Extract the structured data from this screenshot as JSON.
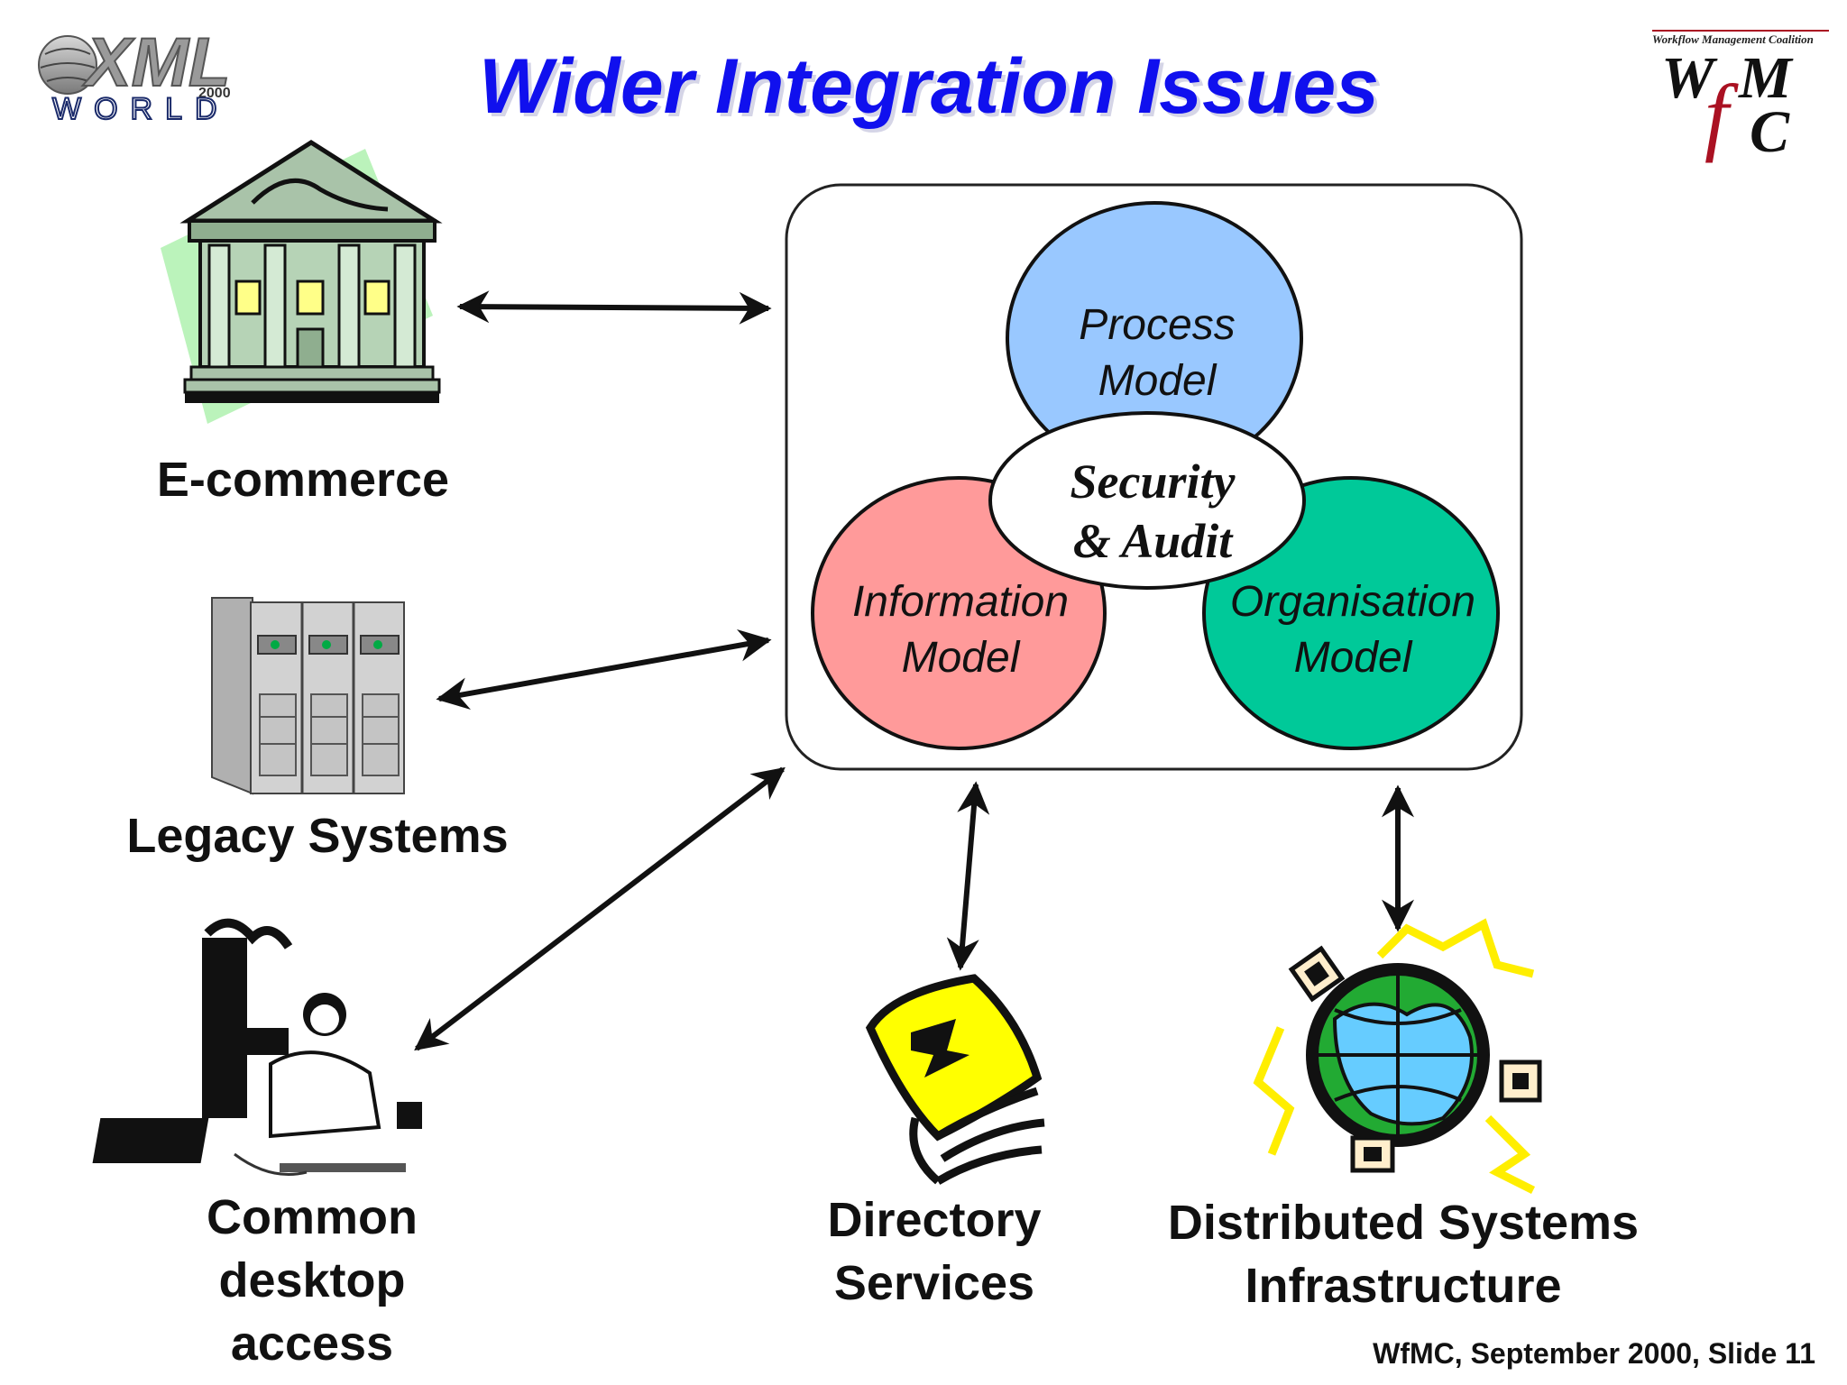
{
  "slide": {
    "title": "Wider Integration Issues",
    "footer": "WfMC, September 2000, Slide 11"
  },
  "logo_left": {
    "icon": "xml-world-2000-logo",
    "line1": "XML",
    "line2": "2000",
    "line3": "WORLD"
  },
  "logo_right": {
    "icon": "wfmc-logo",
    "tagline": "Workflow Management Coalition",
    "letters": "WfMC"
  },
  "center_box": {
    "process_model": [
      "Process",
      "Model"
    ],
    "information_model": [
      "Information",
      "Model"
    ],
    "organisation_model": [
      "Organisation",
      "Model"
    ],
    "security_audit": [
      "Security",
      "& Audit"
    ]
  },
  "nodes": {
    "ecommerce": {
      "label": "E-commerce",
      "icon": "bank-building-icon"
    },
    "legacy": {
      "label": "Legacy Systems",
      "icon": "server-cabinet-icon"
    },
    "desktop": {
      "label_lines": [
        "Common",
        "desktop",
        "access"
      ],
      "icon": "person-at-laptop-icon"
    },
    "directory": {
      "label_lines": [
        "Directory",
        "Services"
      ],
      "icon": "address-book-icon"
    },
    "distributed": {
      "label_lines": [
        "Distributed Systems",
        "Infrastructure"
      ],
      "icon": "globe-satellites-icon"
    }
  },
  "colors": {
    "title_blue": "#1010ee",
    "process_fill": "#99c8ff",
    "information_fill": "#ff9a9a",
    "organisation_fill": "#00c999",
    "security_fill": "#ffffff",
    "wfmc_red": "#aa1122"
  }
}
